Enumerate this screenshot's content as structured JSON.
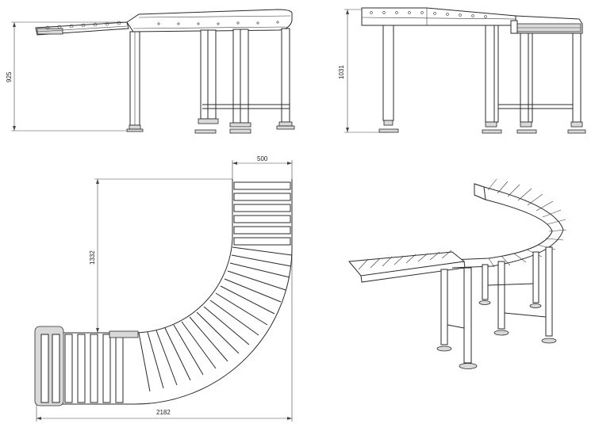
{
  "dimensions": {
    "side_height": "925",
    "front_height": "1031",
    "roller_width": "500",
    "plan_depth": "1332",
    "overall_length": "2182"
  }
}
